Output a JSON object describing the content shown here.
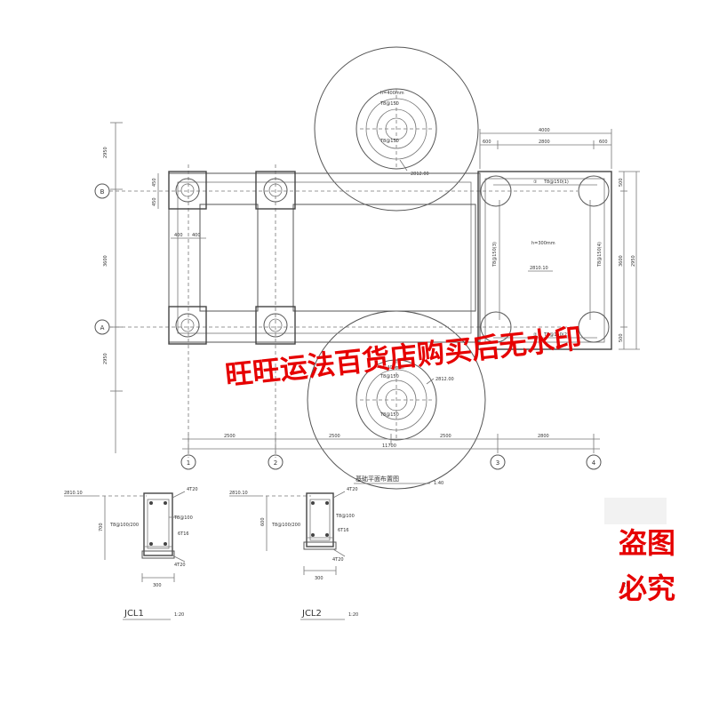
{
  "drawing": {
    "plan_title": "基础平面布置图",
    "plan_scale": "1:40",
    "axis_numbers": [
      "1",
      "2",
      "3",
      "4"
    ],
    "axis_letters": [
      "B",
      "A"
    ],
    "bottom_dims": [
      "2500",
      "2500",
      "2500",
      "2800"
    ],
    "bottom_total": "11700",
    "left_dims": [
      "2950",
      "3600",
      "2950"
    ],
    "left_sub_dims": [
      "450",
      "450"
    ],
    "column_sub_dims": [
      "400",
      "400"
    ],
    "right_top_total": "4000",
    "right_top_dims": [
      "600",
      "2800",
      "600"
    ],
    "right_side_dims": [
      "500",
      "3600",
      "500"
    ],
    "right_side_total": "2950",
    "slab_thickness": "h=300mm",
    "slab_rebar_top": "T8@150(1)",
    "slab_rebar_bottom": "T8@150(2)",
    "slab_rebar_side_left": "T8@150(3)",
    "slab_rebar_side_right": "T8@150(4)",
    "slab_mark_top": "①",
    "slab_mark_bottom": "②",
    "slab_elev": "2810.10",
    "circle_thickness": "h=400mm",
    "circle_elev": "2812.00",
    "circle_rebar": "T8@150",
    "watermark_red": "旺旺运法百货店购买后无水印",
    "watermark_stamp_1": "盗图",
    "watermark_stamp_2": "必究"
  },
  "sections": [
    {
      "name": "JCL1",
      "scale": "1:20",
      "elev": "2810.10",
      "top_rebar": "4T20",
      "stirrup": "T8@100",
      "side_bar": "6T16",
      "stirrup_left": "T8@100/200",
      "bottom_rebar": "4T20",
      "height": "700",
      "width": "300"
    },
    {
      "name": "JCL2",
      "scale": "1:20",
      "elev": "2810.10",
      "top_rebar": "4T20",
      "stirrup": "T8@100",
      "side_bar": "6T16",
      "stirrup_left": "T8@100/200",
      "bottom_rebar": "4T20",
      "height": "600",
      "width": "300"
    }
  ],
  "colors": {
    "line": "#555555",
    "watermark": "#e60000"
  }
}
